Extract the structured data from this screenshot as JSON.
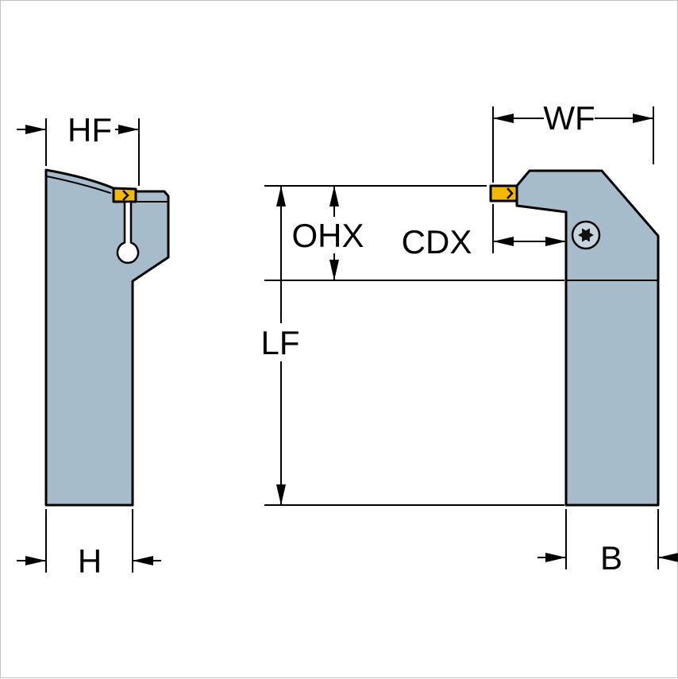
{
  "labels": {
    "hf": "HF",
    "wf": "WF",
    "ohx": "OHX",
    "cdx": "CDX",
    "lf": "LF",
    "h": "H",
    "b": "B"
  },
  "colors": {
    "body": "#a7bccb",
    "insert": "#f3b800",
    "screw": "#c6d4de",
    "outline": "#000000",
    "background": "#ffffff"
  }
}
